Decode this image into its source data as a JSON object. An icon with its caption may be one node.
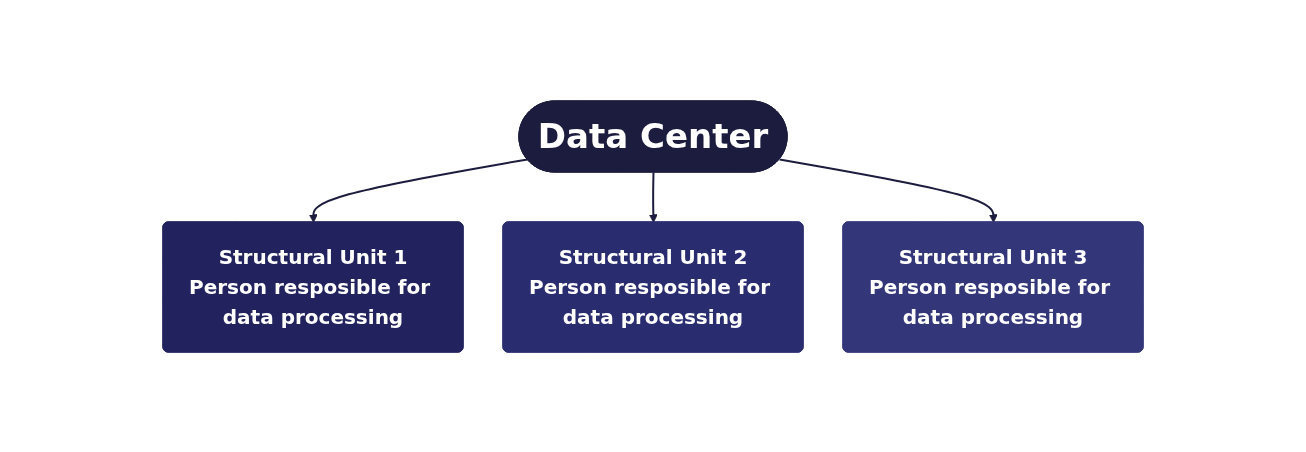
{
  "diagram": {
    "nodes": [
      {
        "text": [
          "Data Center"
        ]
      },
      {
        "text": [
          "Structural Unit 1",
          "Person resposible for data processing"
        ]
      },
      {
        "text": [
          "Structural Unit 2",
          "Person resposible for data processing"
        ]
      },
      {
        "text": [
          "Structural Unit 3",
          "Person resposible for data processing"
        ]
      }
    ],
    "edges": [
      {
        "from": 0,
        "to": 1,
        "arrow": "to"
      },
      {
        "from": 0,
        "to": 2,
        "arrow": "to"
      },
      {
        "from": 0,
        "to": 3,
        "arrow": "to"
      }
    ]
  }
}
